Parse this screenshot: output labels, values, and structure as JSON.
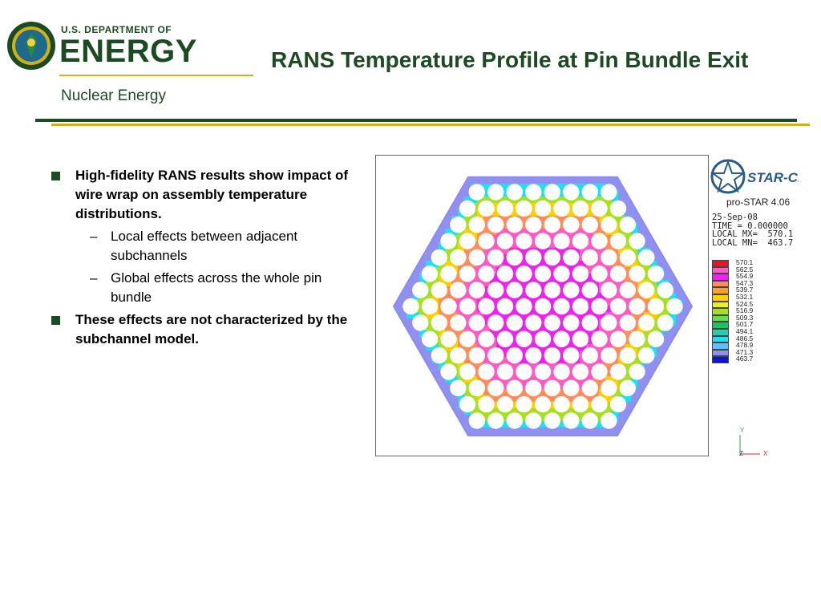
{
  "header": {
    "org_small": "U.S. DEPARTMENT OF",
    "org_big": "ENERGY",
    "org_sub": "Nuclear Energy",
    "title": "RANS Temperature Profile at Pin Bundle Exit"
  },
  "bullets": [
    {
      "level": 1,
      "text": "High-fidelity RANS results show impact of wire wrap on assembly temperature distributions."
    },
    {
      "level": 2,
      "text": "Local effects between adjacent subchannels"
    },
    {
      "level": 2,
      "text": "Global effects across the whole pin bundle"
    },
    {
      "level": 1,
      "text": "These effects are not characterized by the subchannel model."
    }
  ],
  "figure": {
    "software_logo": "STAR-CD",
    "software_version": "pro-STAR 4.06",
    "info_lines": [
      "25-Sep-08",
      "TIME = 0.000000",
      "LOCAL MX=  570.1",
      "LOCAL MN=  463.7"
    ],
    "legend": [
      {
        "value": "570.1",
        "color": "#e8141e"
      },
      {
        "value": "562.5",
        "color": "#ff5ac4"
      },
      {
        "value": "554.9",
        "color": "#ee22ee"
      },
      {
        "value": "547.3",
        "color": "#ff8c5a"
      },
      {
        "value": "539.7",
        "color": "#ffa020"
      },
      {
        "value": "532.1",
        "color": "#ffd000"
      },
      {
        "value": "524.5",
        "color": "#e8f020"
      },
      {
        "value": "516.9",
        "color": "#a6e020"
      },
      {
        "value": "509.3",
        "color": "#66e040"
      },
      {
        "value": "501.7",
        "color": "#20c060"
      },
      {
        "value": "494.1",
        "color": "#20d0b0"
      },
      {
        "value": "486.5",
        "color": "#20e0f0"
      },
      {
        "value": "478.9",
        "color": "#60c0ff"
      },
      {
        "value": "471.3",
        "color": "#9090f0"
      },
      {
        "value": "463.7",
        "color": "#1010e0"
      }
    ],
    "axis_labels": {
      "y": "Y",
      "z": "Z",
      "x": "X"
    }
  }
}
